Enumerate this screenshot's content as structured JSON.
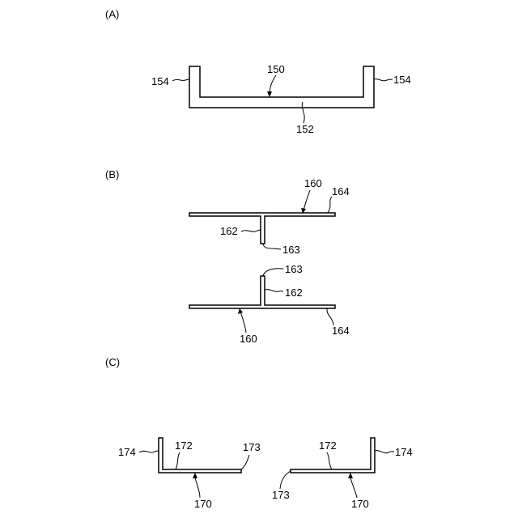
{
  "panels": {
    "a": {
      "letter": "(A)",
      "labels": {
        "member": "150",
        "base": "152",
        "wall_left": "154",
        "wall_right": "154"
      }
    },
    "b": {
      "letter": "(B)",
      "upper": {
        "member": "160",
        "rib": "162",
        "rib_end": "163",
        "flange": "164"
      },
      "lower": {
        "member": "160",
        "rib": "162",
        "rib_end": "163",
        "flange": "164"
      }
    },
    "c": {
      "letter": "(C)",
      "left": {
        "member": "170",
        "leg": "172",
        "leg_end": "173",
        "upright": "174"
      },
      "right": {
        "member": "170",
        "leg": "172",
        "leg_end": "173",
        "upright": "174"
      }
    }
  }
}
